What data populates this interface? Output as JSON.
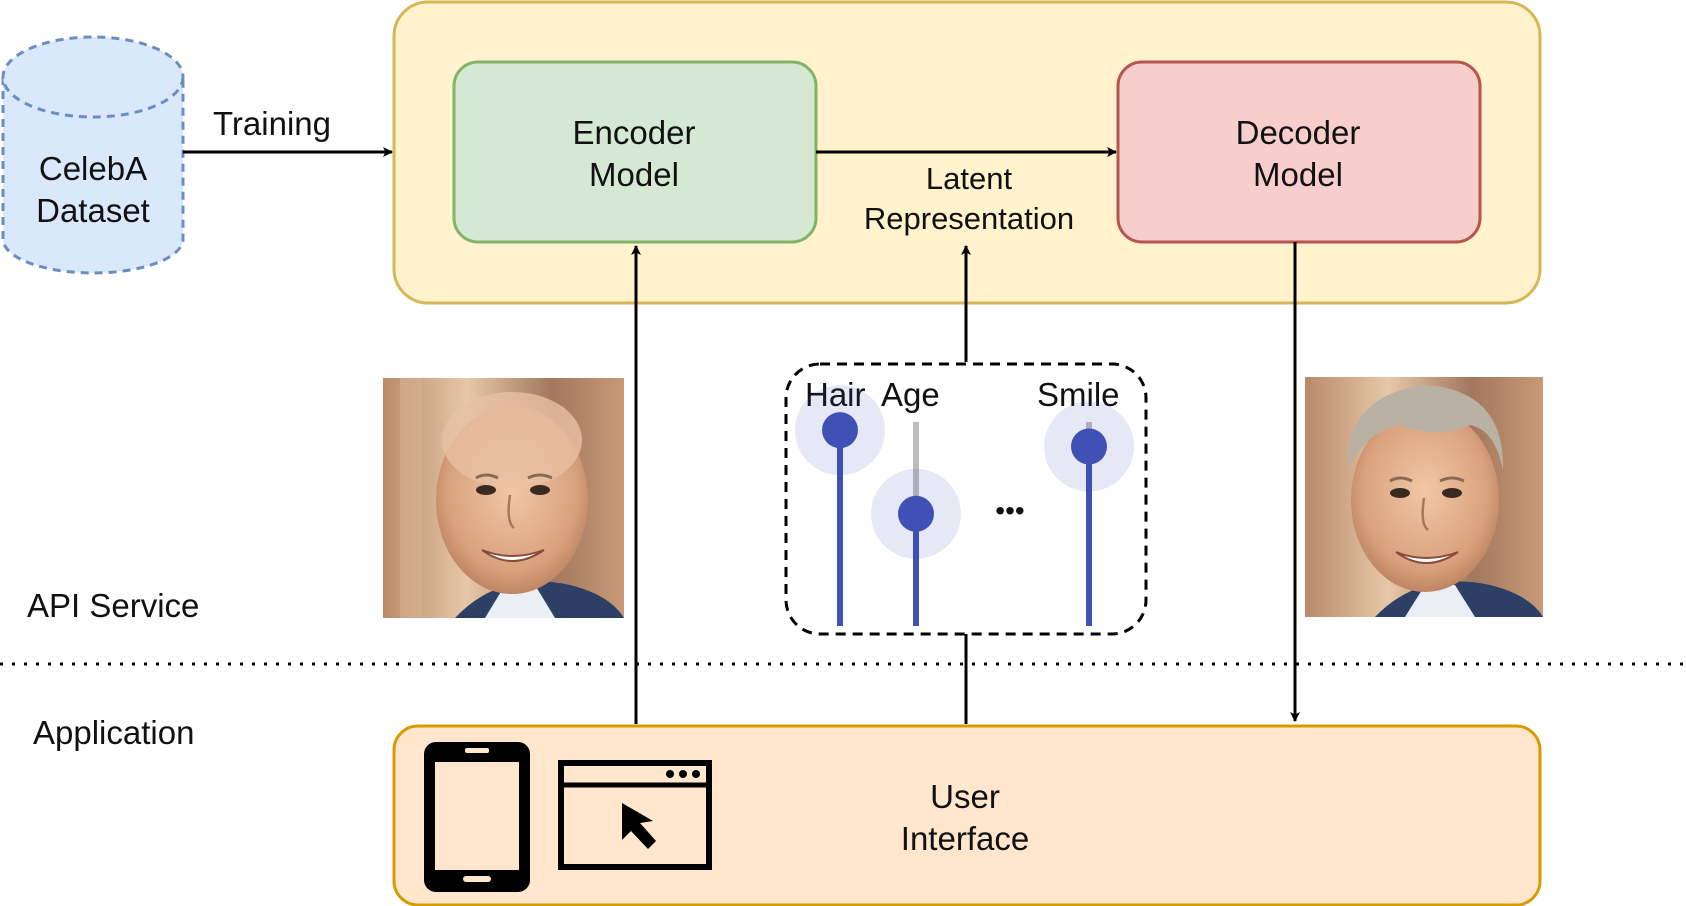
{
  "dataset": {
    "line1": "CelebA",
    "line2": "Dataset"
  },
  "training_label": "Training",
  "encoder": {
    "line1": "Encoder",
    "line2": "Model"
  },
  "decoder": {
    "line1": "Decoder",
    "line2": "Model"
  },
  "latent": {
    "line1": "Latent",
    "line2": "Representation"
  },
  "sliders": {
    "labels": [
      "Hair",
      "Age",
      "Smile"
    ],
    "ellipsis": "•••",
    "levels": [
      0.96,
      0.55,
      0.88
    ]
  },
  "layers": {
    "api": "API Service",
    "app": "Application"
  },
  "ui": {
    "line1": "User",
    "line2": "Interface"
  },
  "photos": {
    "input": "input-face-photo",
    "output": "output-face-photo"
  },
  "colors": {
    "outer_fill": "#fff2cc",
    "outer_stroke": "#d6b656",
    "encoder_fill": "#d5e8d4",
    "encoder_stroke": "#82b366",
    "decoder_fill": "#f8cecc",
    "decoder_stroke": "#b85450",
    "dataset_fill": "#dae8fc",
    "dataset_stroke": "#6c8ebf",
    "ui_fill": "#ffe6cc",
    "ui_stroke": "#d79b00",
    "slider_accent": "#3f51b5"
  }
}
